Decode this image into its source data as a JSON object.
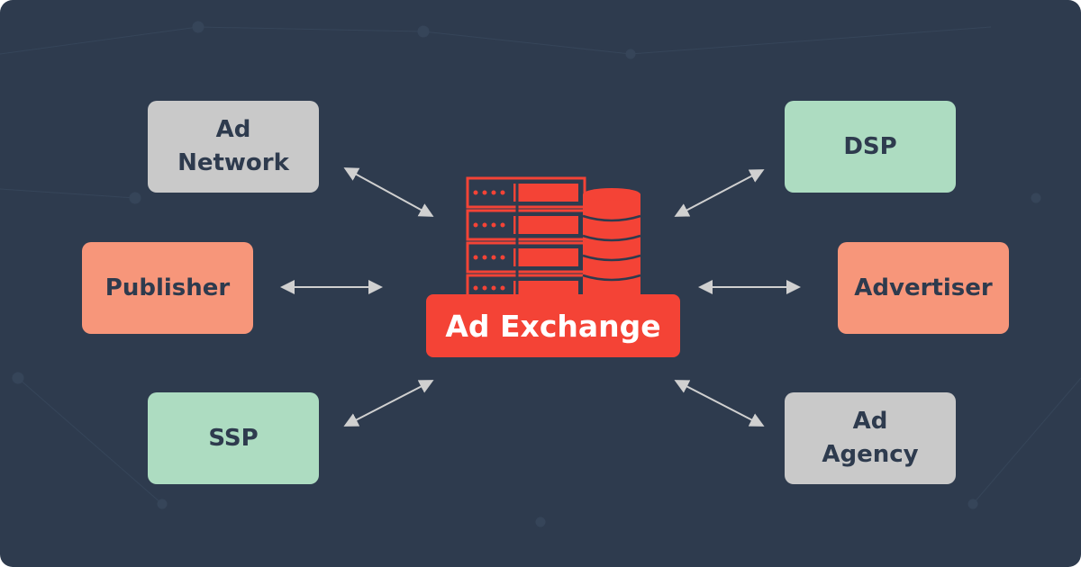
{
  "center": {
    "label": "Ad Exchange",
    "icon": "server-database-icon"
  },
  "left_nodes": [
    {
      "label": "Ad Network",
      "lines": [
        "Ad",
        "Network"
      ]
    },
    {
      "label": "Publisher",
      "lines": [
        "Publisher"
      ]
    },
    {
      "label": "SSP",
      "lines": [
        "SSP"
      ]
    }
  ],
  "right_nodes": [
    {
      "label": "DSP",
      "lines": [
        "DSP"
      ]
    },
    {
      "label": "Advertiser",
      "lines": [
        "Advertiser"
      ]
    },
    {
      "label": "Ad Agency",
      "lines": [
        "Ad",
        "Agency"
      ]
    }
  ],
  "colors": {
    "background": "#2e3b4e",
    "accent": "#f44336",
    "grey": "#c9c9c9",
    "orange": "#f7967a",
    "green": "#addcc1"
  }
}
